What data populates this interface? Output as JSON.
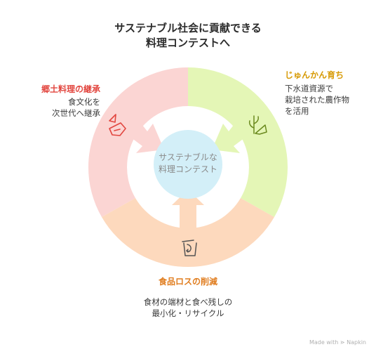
{
  "title": "サステナブル社会に貢献できる\n料理コンテストへ",
  "center": {
    "label": "サステナブルな\n料理コンテスト",
    "color": "#d3eff8"
  },
  "sections": {
    "left": {
      "title": "郷土料理の継承",
      "description": "食文化を\n次世代へ継承",
      "color": "#fbd5d3",
      "title_color": "#e2463f",
      "icon": "food-slices-icon"
    },
    "right": {
      "title": "じゅんかん育ち",
      "description": "下水道資源で\n栽培された農作物\nを活用",
      "color": "#e4f6b6",
      "title_color": "#d79a05",
      "icon": "plant-sprout-icon"
    },
    "bottom": {
      "title": "食品ロスの削減",
      "description": "食材の端材と食べ残しの\n最小化・リサイクル",
      "color": "#fdd9bd",
      "title_color": "#e07d1f",
      "icon": "recycle-bin-icon"
    }
  },
  "credit": "Made with ⋗ Napkin"
}
